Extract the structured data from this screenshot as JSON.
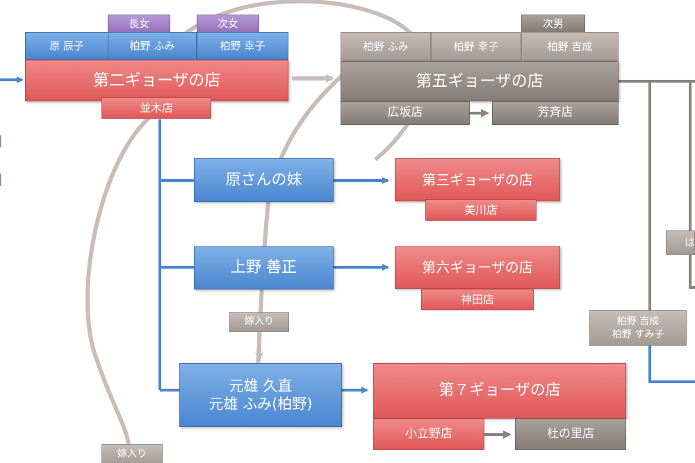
{
  "colors": {
    "blue_arrow": "#4a86cf",
    "taupe_curve": "#c8bdb7",
    "grey_arrow": "#8c837d"
  },
  "top_left": {
    "tag_eldest": "長女",
    "tag_second_daughter": "次女",
    "person_hara": "原 辰子",
    "person_fumi": "柏野 ふみ",
    "person_sachiko": "柏野 幸子",
    "shop": "第二ギョーザの店",
    "branch": "並木店"
  },
  "top_right": {
    "tag_second_son": "次男",
    "person_fumi": "柏野 ふみ",
    "person_sachiko": "柏野 幸子",
    "person_yoshinari": "柏野 吉成",
    "shop": "第五ギョーザの店",
    "branch_hirosaka": "広坂店",
    "branch_hosai": "芳斉店"
  },
  "middle": {
    "hara_sister": "原さんの妹",
    "shop3": "第三ギョーザの店",
    "branch_mikawa": "美川店",
    "ueno": "上野 善正",
    "shop6": "第六ギョーザの店",
    "branch_kanda": "神田店",
    "yomeiri_mid": "嫁入り"
  },
  "bottom": {
    "motoo_line1": "元雄 久直",
    "motoo_line2": "元雄 ふみ(柏野)",
    "shop7": "第７ギョーザの店",
    "branch_komatsu": "小立野店",
    "branch_morinosato": "杜の里店",
    "yomeiri_bottom": "嫁入り"
  },
  "right": {
    "couple_line1": "柏野 吉成",
    "couple_line2": "柏野 すみ子",
    "cut_label": "は"
  }
}
